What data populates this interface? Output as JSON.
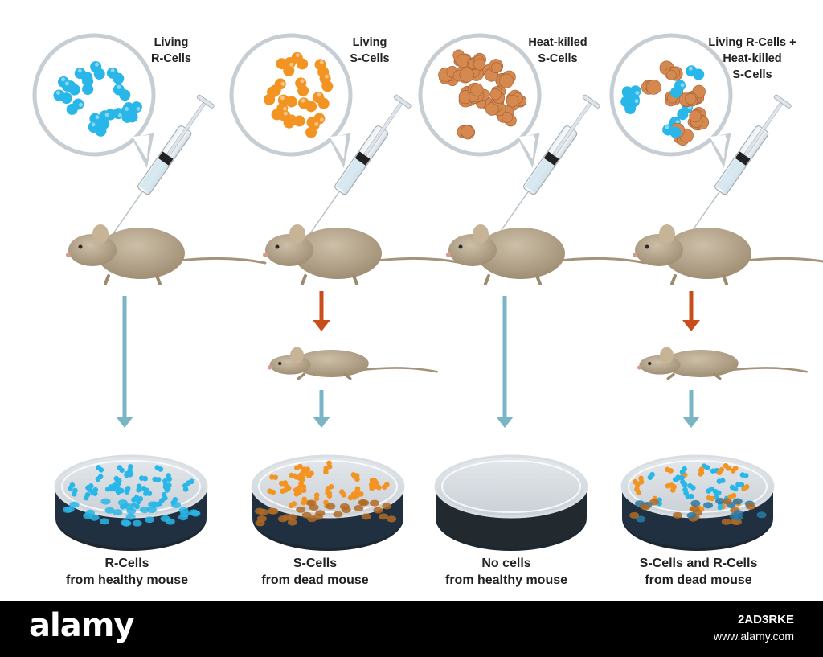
{
  "panels": [
    {
      "bubble": [
        "Living",
        "R-Cells"
      ],
      "cells": "blue",
      "outcome": "healthy",
      "caption": [
        "R-Cells",
        "from healthy mouse"
      ],
      "dish": "blue"
    },
    {
      "bubble": [
        "Living",
        "S-Cells"
      ],
      "cells": "orange",
      "outcome": "dead",
      "caption": [
        "S-Cells",
        "from dead mouse"
      ],
      "dish": "orange"
    },
    {
      "bubble": [
        "Heat-killed",
        "S-Cells"
      ],
      "cells": "clumps",
      "outcome": "healthy",
      "caption": [
        "No cells",
        "from healthy mouse"
      ],
      "dish": "empty"
    },
    {
      "bubble": [
        "Living R-Cells +",
        "Heat-killed",
        "S-Cells"
      ],
      "cells": "mixed",
      "outcome": "dead",
      "caption": [
        "S-Cells and R-Cells",
        "from dead mouse"
      ],
      "dish": "mixed"
    }
  ],
  "colors": {
    "r_cell": "#29b6e8",
    "s_cell": "#f39322",
    "heat_killed": "#d5894f",
    "arrow_healthy": "#7ab5c6",
    "arrow_dead": "#c84d1a",
    "mouse": "#b5a48a"
  },
  "footer": {
    "brand": "alamy",
    "image_id": "2AD3RKE",
    "url": "www.alamy.com"
  }
}
